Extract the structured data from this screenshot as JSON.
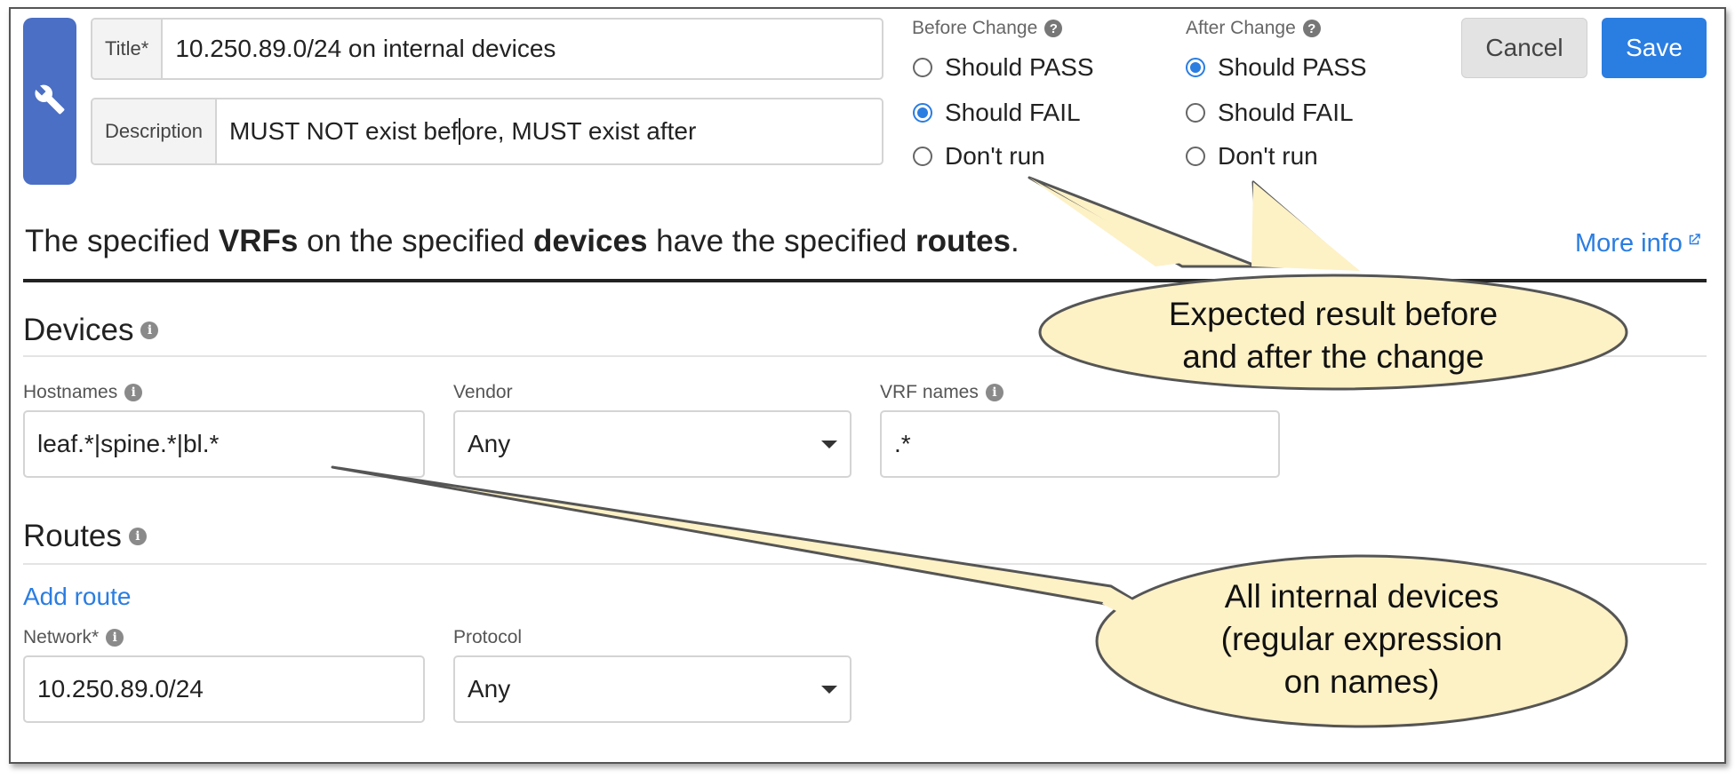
{
  "form": {
    "title_label": "Title*",
    "title_value": "10.250.89.0/24 on internal devices",
    "description_label": "Description",
    "description_value_before_cursor": "MUST NOT exist bef",
    "description_value_after_cursor": "ore, MUST exist after"
  },
  "before_change": {
    "label": "Before Change",
    "options": [
      "Should PASS",
      "Should FAIL",
      "Don't run"
    ],
    "selected": "Should FAIL"
  },
  "after_change": {
    "label": "After Change",
    "options": [
      "Should PASS",
      "Should FAIL",
      "Don't run"
    ],
    "selected": "Should PASS"
  },
  "actions": {
    "cancel_label": "Cancel",
    "save_label": "Save"
  },
  "headline": {
    "t1": "The specified ",
    "b1": "VRFs",
    "t2": " on the specified ",
    "b2": "devices",
    "t3": " have the specified ",
    "b3": "routes",
    "t4": "."
  },
  "more_info_label": "More info",
  "devices": {
    "section_title": "Devices",
    "hostnames_label": "Hostnames",
    "hostnames_value": "leaf.*|spine.*|bl.*",
    "vendor_label": "Vendor",
    "vendor_value": "Any",
    "vrf_label": "VRF names",
    "vrf_value": ".*"
  },
  "routes": {
    "section_title": "Routes",
    "add_route_label": "Add route",
    "network_label": "Network*",
    "network_value": "10.250.89.0/24",
    "protocol_label": "Protocol",
    "protocol_value": "Any"
  },
  "callouts": {
    "top_line1": "Expected result before",
    "top_line2": "and after the change",
    "bottom_line1": "All internal devices",
    "bottom_line2": "(regular expression",
    "bottom_line3": "on names)"
  },
  "colors": {
    "accent": "#2a7de1",
    "wrench_panel": "#4a6fc4",
    "callout_fill": "#fdf1c6"
  }
}
